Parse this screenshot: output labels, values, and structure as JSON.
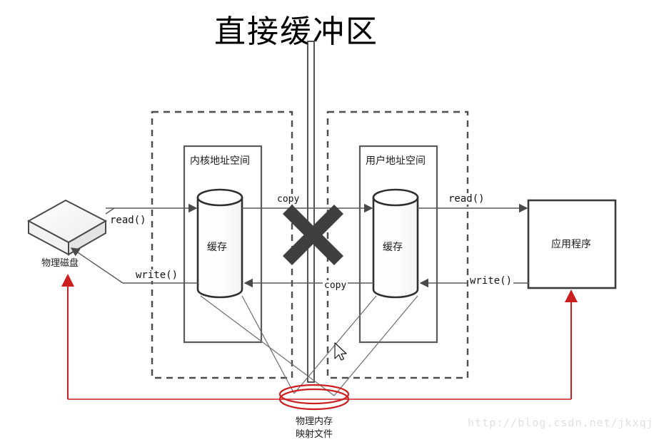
{
  "title": "直接缓冲区",
  "watermark": "http://blog.csdn.net/jkxqj",
  "disk": {
    "label": "物理磁盘"
  },
  "kernel_zone": {
    "box_label": "内核地址空间",
    "buffer_label": "缓存"
  },
  "user_zone": {
    "box_label": "用户地址空间",
    "buffer_label": "缓存"
  },
  "application": {
    "label": "应用程序"
  },
  "mapped_file": {
    "line1": "物理内存",
    "line2": "映射文件"
  },
  "operations": {
    "disk_read": "read()",
    "disk_write": "write()",
    "copy_top": "copy",
    "copy_bottom": "copy",
    "app_read": "read()",
    "app_write": "write()"
  },
  "colors": {
    "stroke": "#555555",
    "dark": "#3f3f3f",
    "red": "#cc1f1f",
    "text": "#1a1a1a",
    "watermark": "#e0e0e0"
  }
}
